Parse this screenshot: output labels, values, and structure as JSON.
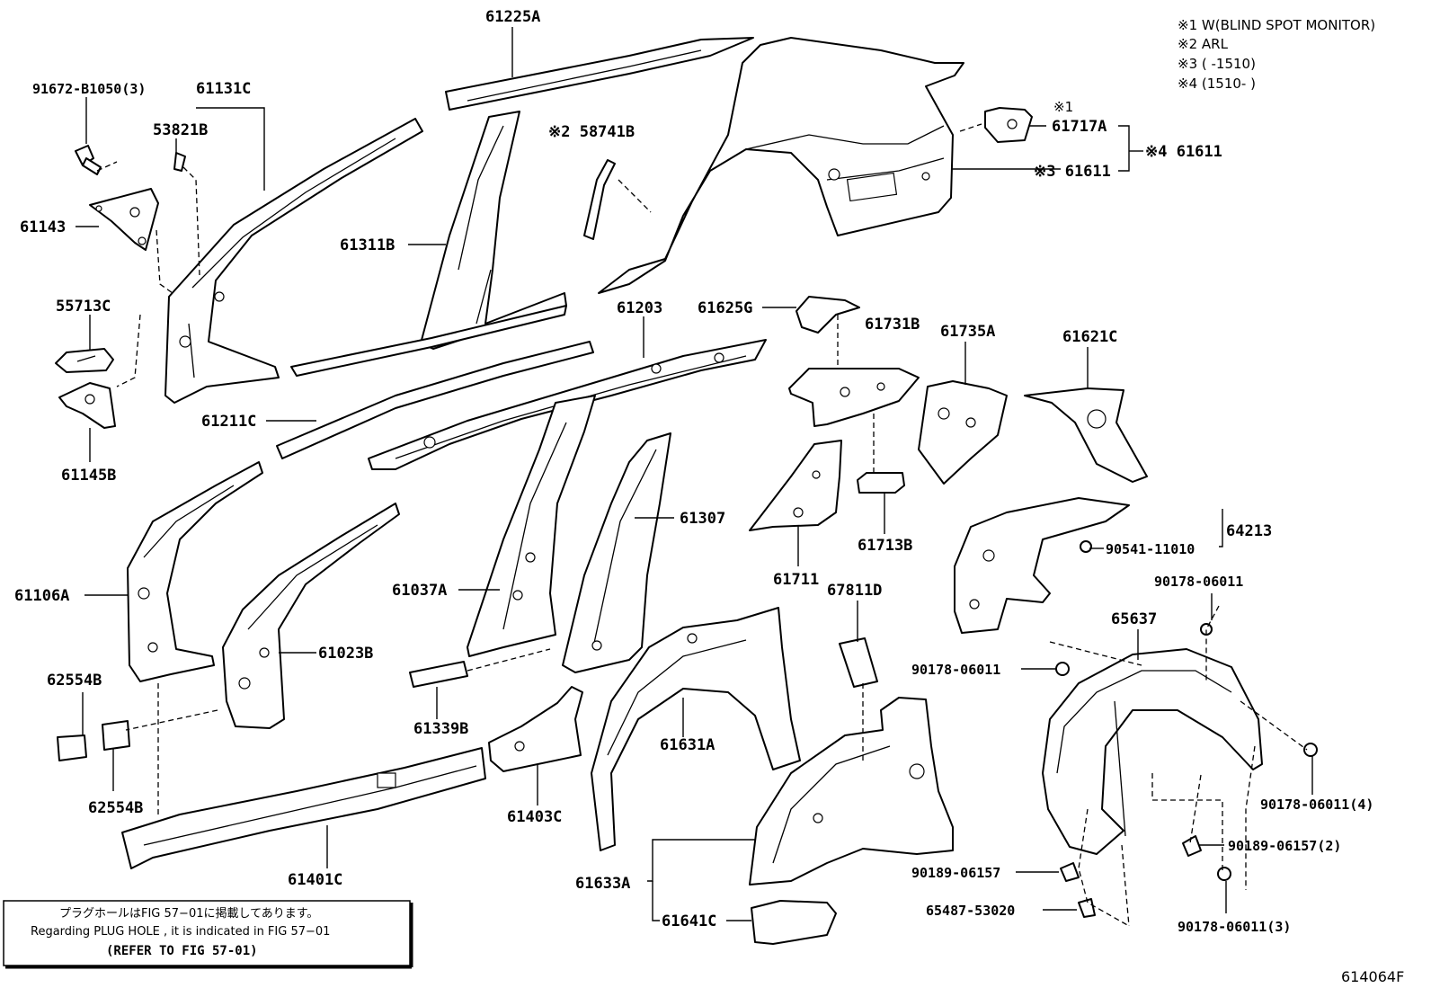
{
  "legend": {
    "note1": "※1 W(BLIND SPOT MONITOR)",
    "note2": "※2 ARL",
    "note3": "※3 (        -1510)",
    "note4": "※4 (1510-        )"
  },
  "labels": {
    "p61225A": "61225A",
    "p91672": "91672-B1050(3)",
    "p61131C": "61131C",
    "p53821B": "53821B",
    "p58741B": "※2 58741B",
    "p61143": "61143",
    "p61311B": "61311B",
    "p55713C": "55713C",
    "p61145B": "61145B",
    "p61211C": "61211C",
    "p61203": "61203",
    "p61625G": "61625G",
    "p61731B": "61731B",
    "p61735A": "61735A",
    "p61621C": "61621C",
    "mark1": "※1",
    "p61717A": "61717A",
    "p61611_3": "※3 61611",
    "p61611_4": "※4 61611",
    "p61106A": "61106A",
    "p61023B": "61023B",
    "p61037A": "61037A",
    "p61307": "61307",
    "p61711": "61711",
    "p61713B": "61713B",
    "p64213": "64213",
    "p90541": "90541-11010",
    "p90178a": "90178-06011",
    "p67811D": "67811D",
    "p65637": "65637",
    "p90178b": "90178-06011",
    "p62554B_1": "62554B",
    "p62554B_2": "62554B",
    "p61339B": "61339B",
    "p61631A": "61631A",
    "p61403C": "61403C",
    "p90178c": "90178-06011(4)",
    "p90189a": "90189-06157(2)",
    "p61401C": "61401C",
    "p61633A": "61633A",
    "p90189b": "90189-06157",
    "p65487": "65487-53020",
    "p61641C": "61641C",
    "p90178d": "90178-06011(3)"
  },
  "notice_box": {
    "line_jp": "プラグホールはFIG 57−01に掲載してあります。",
    "line_en": "Regarding  PLUG HOLE , it is indicated in FIG  57−01",
    "line_ref": "(REFER TO FIG 57-01)"
  },
  "figure_code": "614064F"
}
